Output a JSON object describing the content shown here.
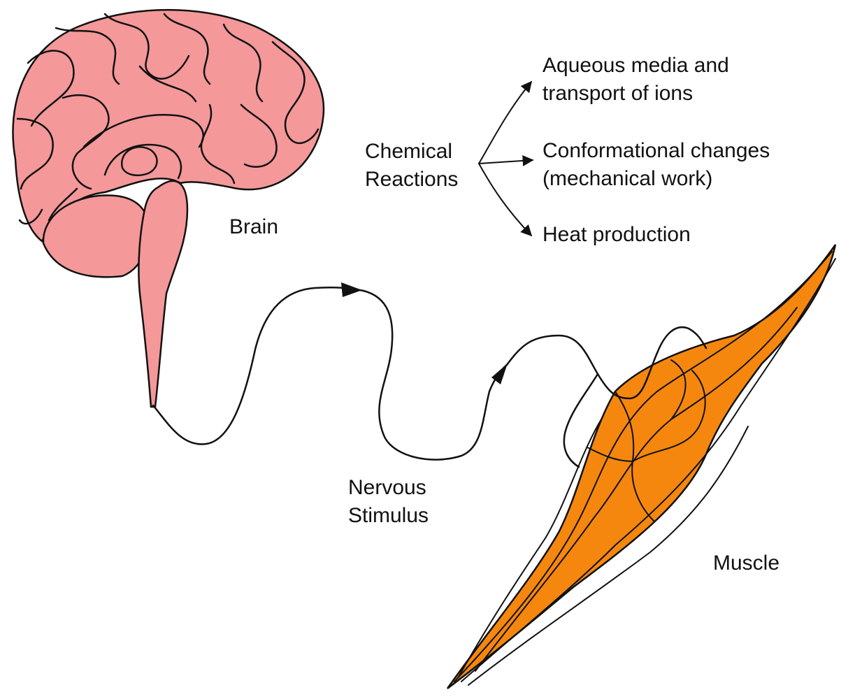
{
  "labels": {
    "brain": "Brain",
    "chemical_reactions": "Chemical\nReactions",
    "outcome_1": "Aqueous media and\ntransport of ions",
    "outcome_2": "Conformational changes\n(mechanical work)",
    "outcome_3": "Heat production",
    "nervous_stimulus": "Nervous\nStimulus",
    "muscle": "Muscle"
  },
  "colors": {
    "brain_fill": "#f4989a",
    "muscle_fill": "#f5870f",
    "line": "#111111"
  }
}
